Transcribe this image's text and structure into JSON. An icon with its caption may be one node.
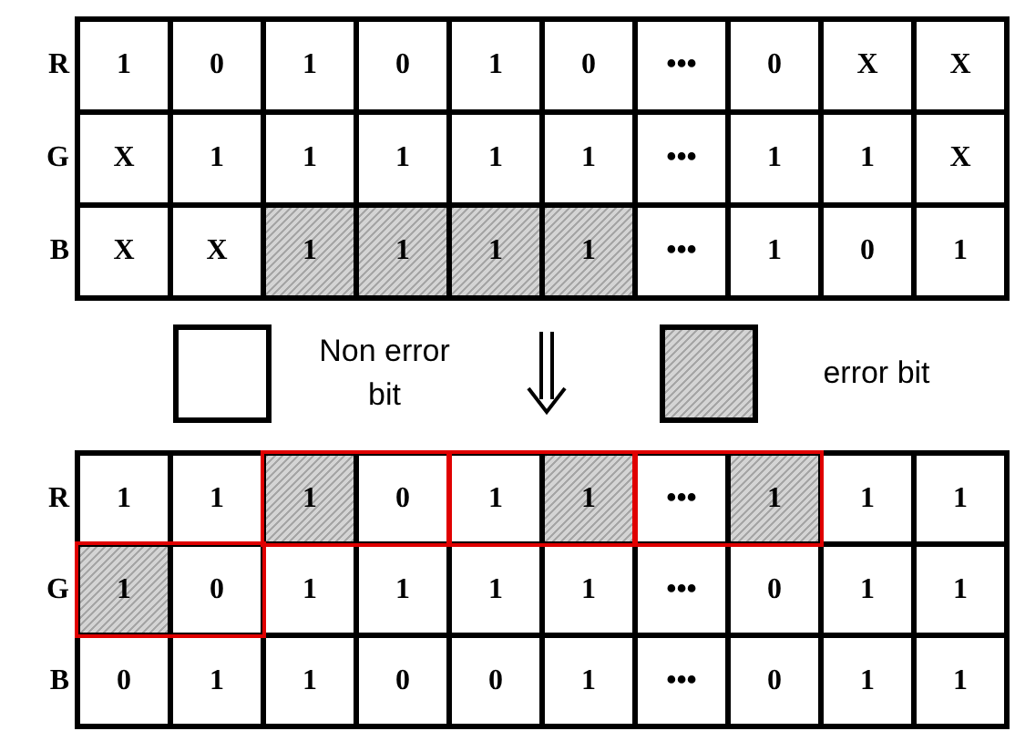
{
  "diagram": {
    "labels": [
      "R",
      "1",
      "0",
      "1",
      "0",
      "1",
      "0",
      "•••",
      "0",
      "X",
      "X",
      "G",
      "X",
      "1",
      "1",
      "1",
      "1",
      "1",
      "•••",
      "1",
      "1",
      "X",
      "B",
      "X",
      "X",
      "1",
      "1",
      "1",
      "1",
      "•••",
      "1",
      "0",
      "1",
      "R",
      "1",
      "1",
      "1",
      "0",
      "1",
      "1",
      "•••",
      "1",
      "1",
      "1",
      "G",
      "1",
      "0",
      "1",
      "1",
      "1",
      "1",
      "•••",
      "0",
      "1",
      "1",
      "B",
      "0",
      "1",
      "1",
      "0",
      "0",
      "1",
      "•••",
      "0",
      "1",
      "1"
    ],
    "legend": [
      {
        "text": "Non error bit",
        "color": "#ffffff"
      },
      {
        "text": "error bit",
        "color": "#d4d4d4"
      }
    ]
  }
}
